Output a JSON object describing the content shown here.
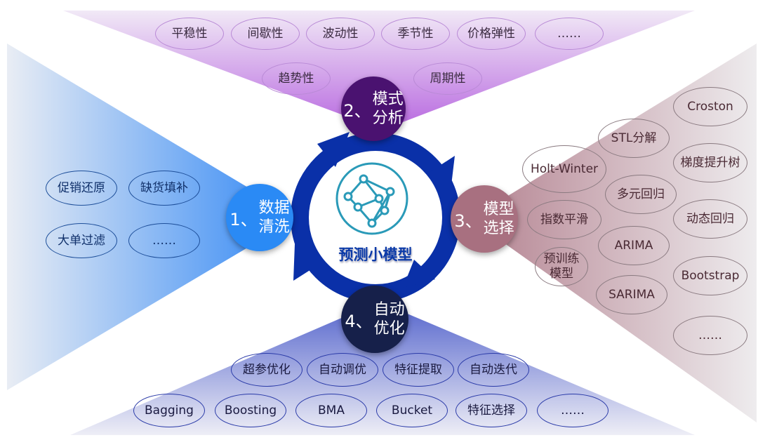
{
  "colors": {
    "pattern": "#c080e0",
    "cleaning": "#3a8af0",
    "selection": "#a87080",
    "optimize": "#5868c8",
    "ring": "#0a30a8"
  },
  "center": {
    "title": "预测小模型",
    "icon": "network-model-icon"
  },
  "nodes": [
    {
      "num": "1、",
      "l1": "数据",
      "l2": "清洗"
    },
    {
      "num": "2、",
      "l1": "模式",
      "l2": "分析"
    },
    {
      "num": "3、",
      "l1": "模型",
      "l2": "选择"
    },
    {
      "num": "4、",
      "l1": "自动",
      "l2": "优化"
    }
  ],
  "pattern_items": [
    "平稳性",
    "间歇性",
    "波动性",
    "季节性",
    "价格弹性",
    "……",
    "趋势性",
    "周期性"
  ],
  "cleaning_items": [
    "促销还原",
    "缺货填补",
    "大单过滤",
    "……"
  ],
  "model_items": [
    "Croston",
    "STL分解",
    "梯度提升树",
    "Holt-Winter",
    "多元回归",
    "动态回归",
    "指数平滑",
    "ARIMA",
    "预训练模型",
    "Bootstrap",
    "SARIMA",
    "……"
  ],
  "optimize_items": [
    "超参优化",
    "自动调优",
    "特征提取",
    "自动迭代",
    "Bagging",
    "Boosting",
    "BMA",
    "Bucket",
    "特征选择",
    "……"
  ]
}
